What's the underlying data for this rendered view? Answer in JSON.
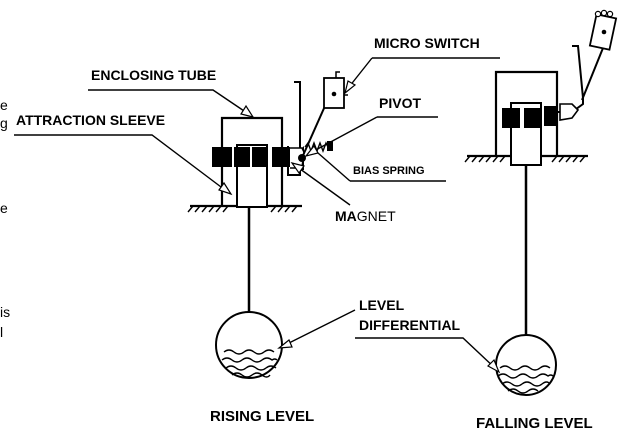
{
  "labels": {
    "enclosing_tube": "ENCLOSING TUBE",
    "attraction_sleeve": "ATTRACTION SLEEVE",
    "micro_switch": "MICRO SWITCH",
    "pivot": "PIVOT",
    "bias_spring": "BIAS SPRING",
    "magnet_bold": "MA",
    "magnet_rest": "GNET",
    "level_differential_1": "LEVEL",
    "level_differential_2": "DIFFERENTIAL",
    "rising_level": "RISING LEVEL",
    "falling_level": "FALLING LEVEL"
  },
  "cropped_text": {
    "frag_1": "e",
    "frag_2": "g",
    "frag_3": "e",
    "frag_4": "is",
    "frag_5": "l"
  }
}
